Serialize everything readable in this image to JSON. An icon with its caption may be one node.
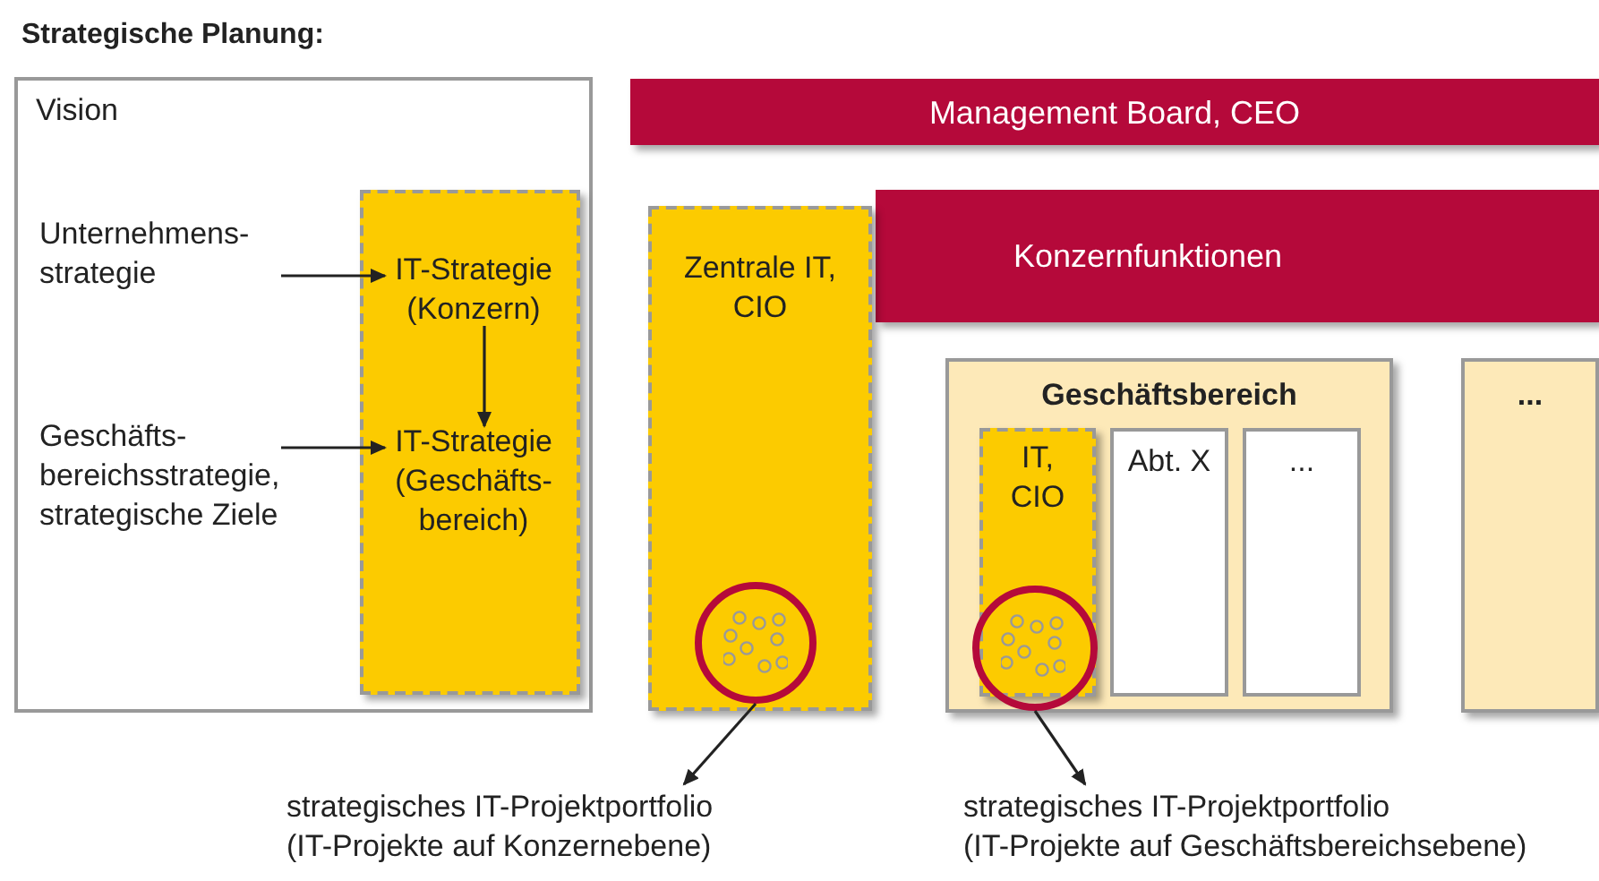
{
  "diagram": {
    "title": "Strategische Planung:",
    "nodes": [
      {
        "text": [
          "Vision"
        ]
      },
      {
        "text": [
          "Unternehmens- strategie"
        ],
        "in": 0
      },
      {
        "text": [
          "Geschäfts- bereichsstrategie, strategische Ziele"
        ],
        "in": 0
      },
      {
        "text": [],
        "shape": "box",
        "in": 0
      },
      {
        "text": [
          "IT-Strategie (Konzern)"
        ],
        "in": 3
      },
      {
        "text": [
          "IT-Strategie (Geschäfts- bereich)"
        ],
        "in": 3
      },
      {
        "text": [
          "Management Board, CEO"
        ]
      },
      {
        "text": [
          "Konzernfunktionen"
        ]
      },
      {
        "text": [
          "Zentrale IT, CIO"
        ]
      },
      {
        "text": [],
        "shape": "circle",
        "in": 8
      },
      {
        "text": [
          "Geschäftsbereich"
        ]
      },
      {
        "text": [
          "IT, CIO"
        ],
        "in": 10
      },
      {
        "text": [],
        "shape": "circle",
        "in": 10
      },
      {
        "text": [
          "Abt. X"
        ],
        "in": 10
      },
      {
        "text": [
          "..."
        ],
        "in": 10
      },
      {
        "text": [
          "..."
        ]
      },
      {
        "text": [
          "strategisches IT-Projektportfolio",
          "(IT-Projekte auf Konzernebene)"
        ]
      },
      {
        "text": [
          "strategisches IT-Projektportfolio",
          "(IT-Projekte auf Geschäftsbereichsebene)"
        ]
      }
    ],
    "edges": [
      {
        "from": 1,
        "to": 4,
        "arrow": "to"
      },
      {
        "from": 2,
        "to": 5,
        "arrow": "to"
      },
      {
        "from": 4,
        "to": 5,
        "arrow": "to"
      },
      {
        "from": 9,
        "to": 16,
        "arrow": "to"
      },
      {
        "from": 12,
        "to": 17,
        "arrow": "to"
      }
    ]
  }
}
